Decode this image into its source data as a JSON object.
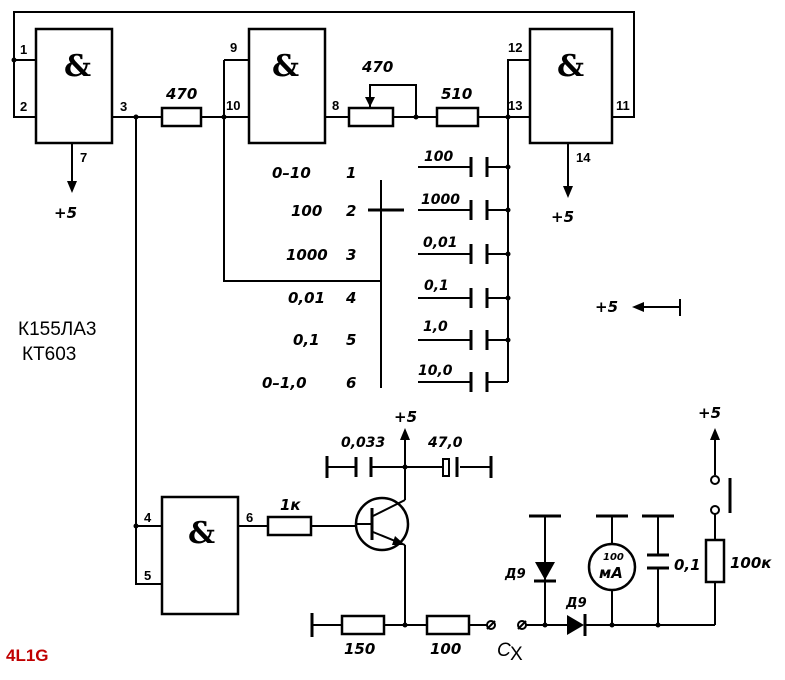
{
  "gates": {
    "g1": {
      "symbol": "&",
      "in_a": "1",
      "in_b": "2",
      "out": "3",
      "pwr": "7"
    },
    "g2": {
      "symbol": "&",
      "in_a": "9",
      "in_b": "10",
      "out": "8"
    },
    "g3": {
      "symbol": "&",
      "in_a": "12",
      "in_b": "13",
      "out": "11",
      "pwr": "14"
    },
    "g4": {
      "symbol": "&",
      "in_a": "4",
      "in_b": "5",
      "out": "6"
    }
  },
  "resistors": {
    "r1": "470",
    "pot": "470",
    "r2": "510",
    "r_base": "1к",
    "r_150": "150",
    "r_100": "100",
    "r_100k": "100к"
  },
  "power": {
    "g1": "+5",
    "g3": "+5",
    "legend": "+5",
    "transistor": "+5",
    "switch": "+5"
  },
  "ranges": [
    {
      "label": "0–10",
      "num": "1"
    },
    {
      "label": "100",
      "num": "2"
    },
    {
      "label": "1000",
      "num": "3"
    },
    {
      "label": "0,01",
      "num": "4"
    },
    {
      "label": "0,1",
      "num": "5"
    },
    {
      "label": "0–1,0",
      "num": "6"
    }
  ],
  "caps": [
    "100",
    "1000",
    "0,01",
    "0,1",
    "1,0",
    "10,0"
  ],
  "decoupling": {
    "c1": "0,033",
    "c2": "47,0"
  },
  "parts": {
    "chip": "К155ЛА3",
    "transistor": "КТ603"
  },
  "meter": {
    "line1": "100",
    "line2": "мА"
  },
  "meter_cap": "0,1",
  "diodes": {
    "d1": "Д9",
    "d2": "Д9"
  },
  "cx": {
    "main": "C",
    "sub": "X"
  },
  "brand": "4L1G"
}
